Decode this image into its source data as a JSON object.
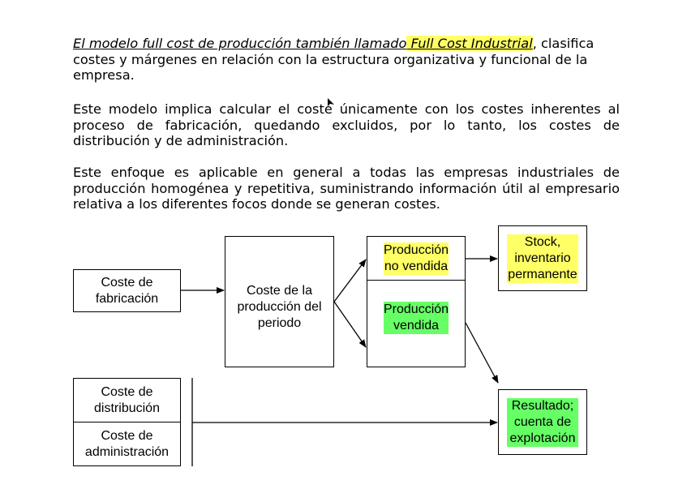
{
  "paragraphs": {
    "p1": {
      "italic_lead": "El modelo full cost de producción también llamado",
      "highlight": " Full Cost Industrial",
      "rest": ", clasifica costes y márgenes en relación con la estructura organizativa y funcional de la empresa."
    },
    "p2": "Este modelo implica calcular el coste únicamente con los costes inherentes al proceso de fabricación, quedando excluidos, por lo tanto, los costes de distribución y de administración.",
    "p3": "Este enfoque es aplicable en general a todas las empresas industriales de producción homogénea y repetitiva, suministrando información útil al empresario relativa a los diferentes focos donde se generan costes."
  },
  "diagram": {
    "coste_fabricacion": "Coste de fabricación",
    "coste_produccion_periodo": "Coste de la producción del periodo",
    "produccion_no_vendida": "Producción no vendida",
    "produccion_vendida": "Producción vendida",
    "stock": "Stock, inventario permanente",
    "coste_distribucion": "Coste de distribución",
    "coste_administracion": "Coste de administración",
    "resultado": "Resultado; cuenta de explotación"
  },
  "colors": {
    "highlight_yellow": "#ffff66",
    "highlight_green": "#66ff66"
  }
}
